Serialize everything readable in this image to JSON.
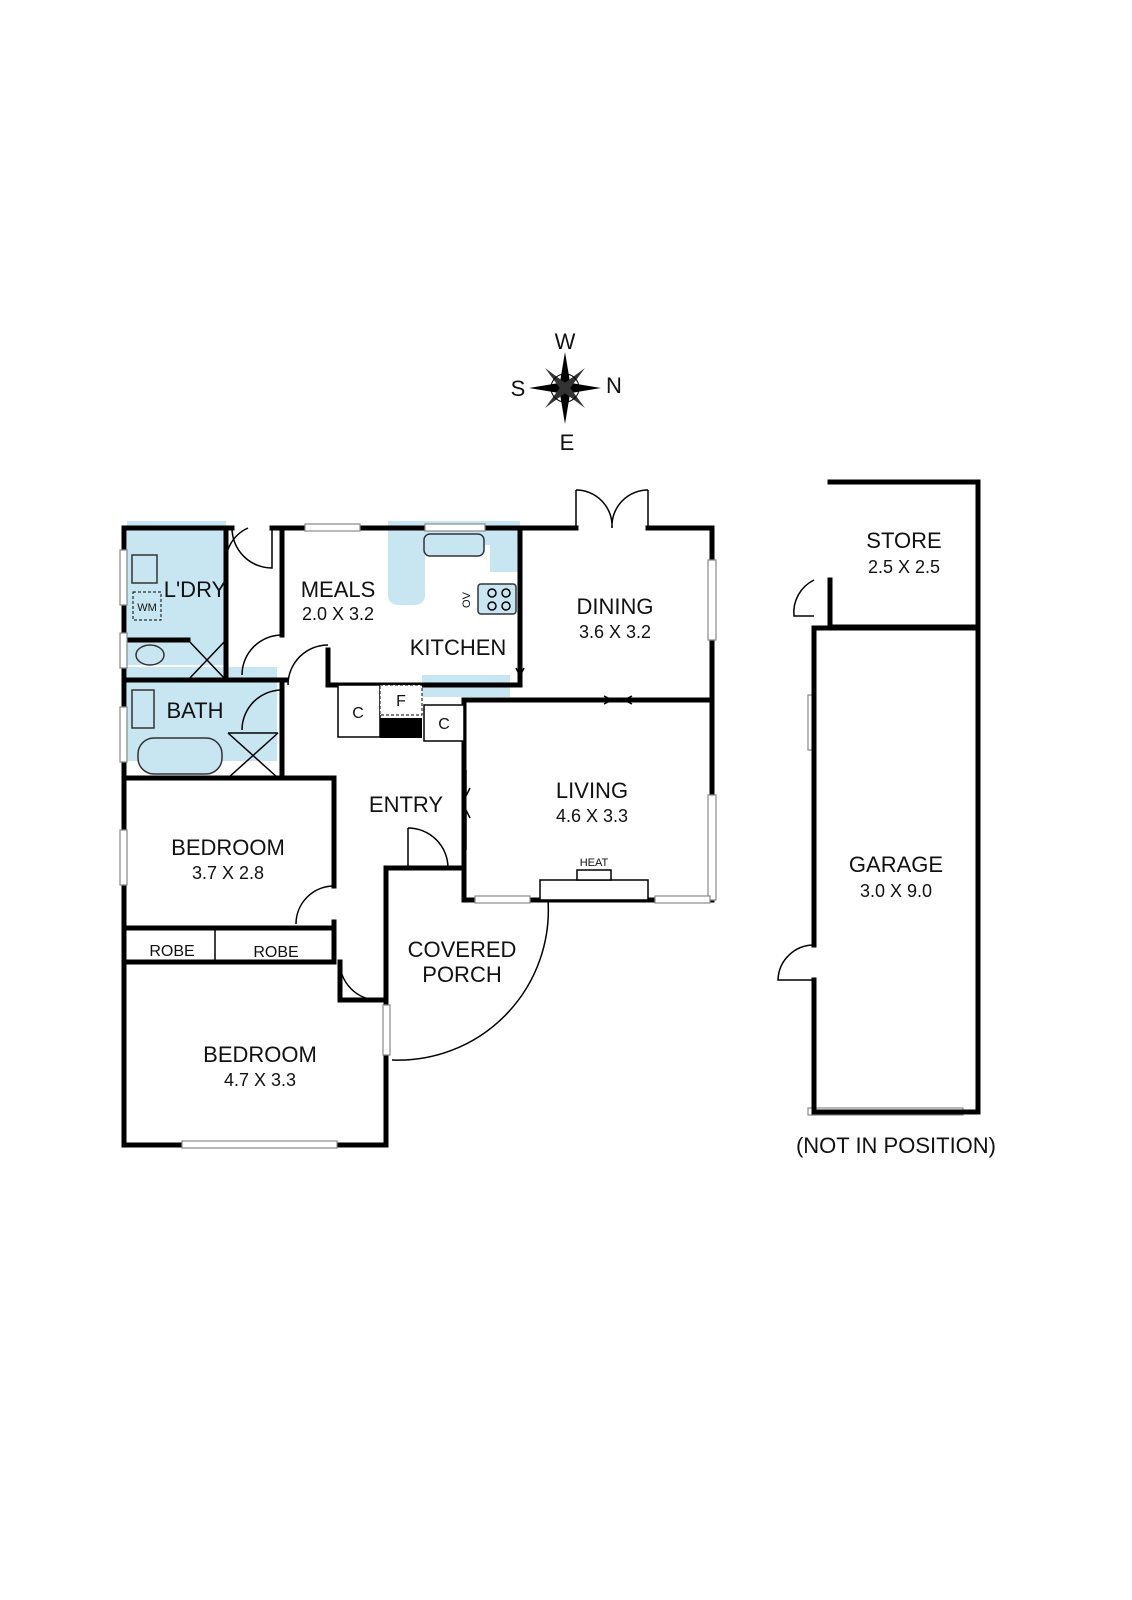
{
  "compass": {
    "top": "W",
    "left": "S",
    "right": "N",
    "bottom": "E"
  },
  "rooms": {
    "laundry": {
      "name": "L'DRY"
    },
    "wm": {
      "name": "WM"
    },
    "bath": {
      "name": "BATH"
    },
    "meals": {
      "name": "MEALS",
      "size": "2.0 X 3.2"
    },
    "kitchen": {
      "name": "KITCHEN"
    },
    "oven": {
      "name": "OV"
    },
    "fridge": {
      "name": "F"
    },
    "cupboard1": {
      "name": "C"
    },
    "cupboard2": {
      "name": "C"
    },
    "dining": {
      "name": "DINING",
      "size": "3.6 X 3.2"
    },
    "living": {
      "name": "LIVING",
      "size": "4.6 X 3.3"
    },
    "heat": {
      "name": "HEAT"
    },
    "entry": {
      "name": "ENTRY"
    },
    "bedroom1": {
      "name": "BEDROOM",
      "size": "3.7 X 2.8"
    },
    "robe1": {
      "name": "ROBE"
    },
    "robe2": {
      "name": "ROBE"
    },
    "bedroom2": {
      "name": "BEDROOM",
      "size": "4.7 X 3.3"
    },
    "porch": {
      "line1": "COVERED",
      "line2": "PORCH"
    },
    "store": {
      "name": "STORE",
      "size": "2.5 X 2.5"
    },
    "garage": {
      "name": "GARAGE",
      "size": "3.0 X 9.0"
    }
  },
  "note": "(NOT IN POSITION)",
  "colors": {
    "wet_area": "#c8e6f2",
    "wall": "#000000"
  }
}
